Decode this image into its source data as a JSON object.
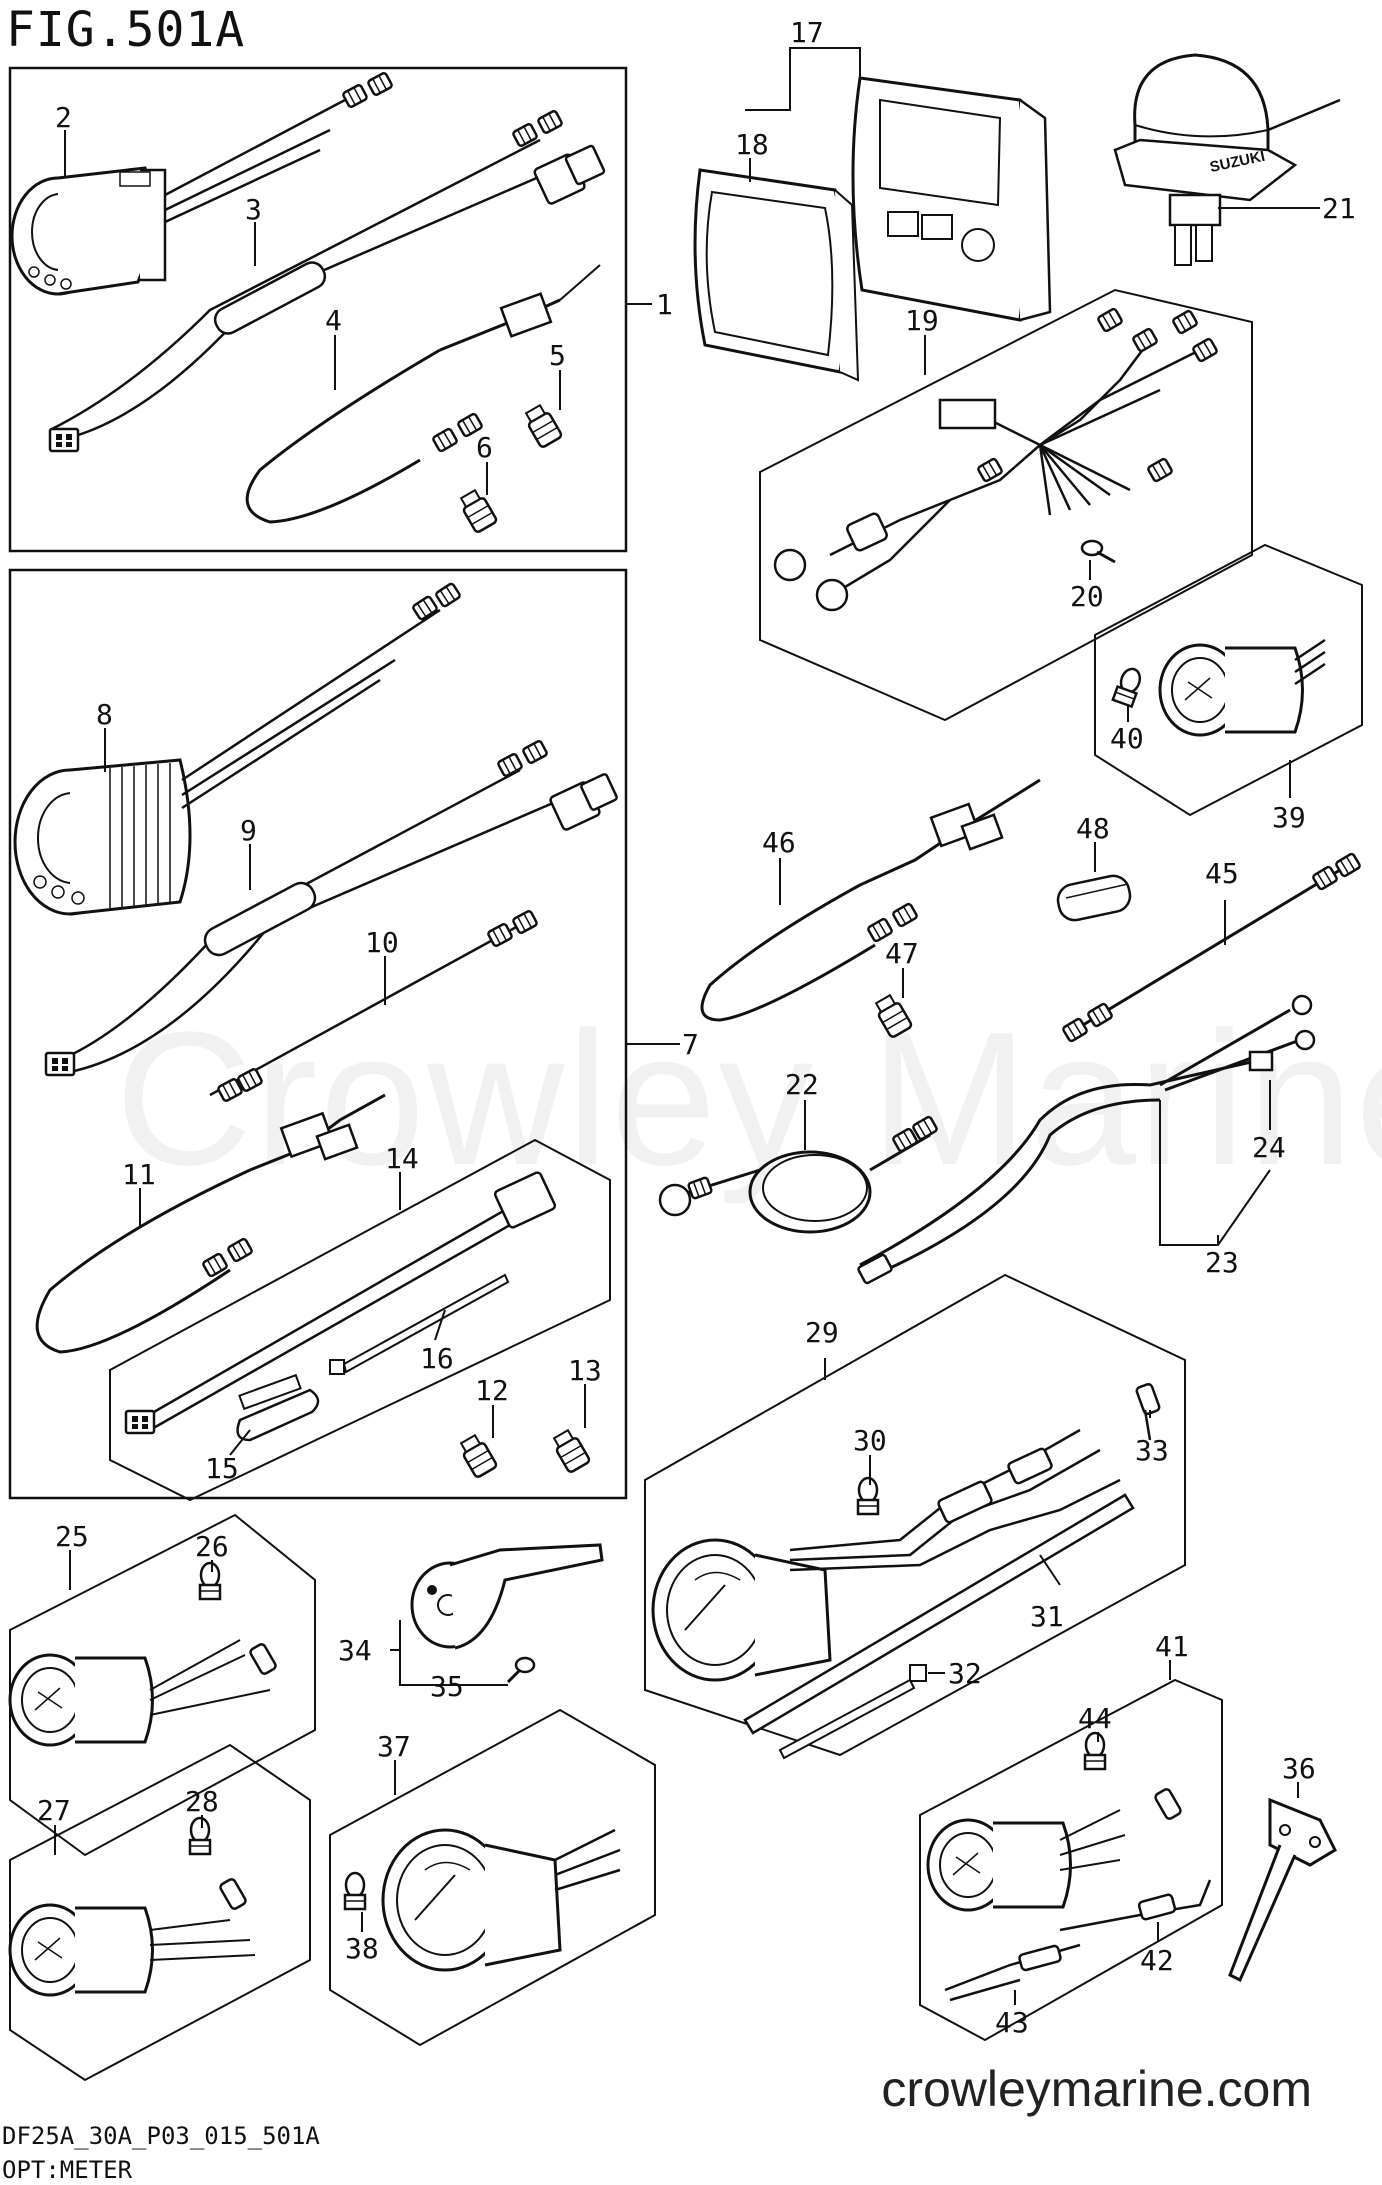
{
  "header": {
    "figure_title": "FIG.501A"
  },
  "footer": {
    "diagram_code": "DF25A_30A_P03_015_501A",
    "subtitle": "OPT:METER",
    "website": "crowleymarine.com"
  },
  "watermark": "Crowley Marine",
  "brand_on_part": "SUZUKI",
  "colors": {
    "ink": "#111111",
    "background": "#ffffff"
  },
  "part_labels": [
    "1",
    "2",
    "3",
    "4",
    "5",
    "6",
    "7",
    "8",
    "9",
    "10",
    "11",
    "12",
    "13",
    "14",
    "15",
    "16",
    "17",
    "18",
    "19",
    "20",
    "21",
    "22",
    "23",
    "24",
    "25",
    "26",
    "27",
    "28",
    "29",
    "30",
    "31",
    "32",
    "33",
    "34",
    "35",
    "36",
    "37",
    "38",
    "39",
    "40",
    "41",
    "42",
    "43",
    "44",
    "45",
    "46",
    "47",
    "48"
  ]
}
